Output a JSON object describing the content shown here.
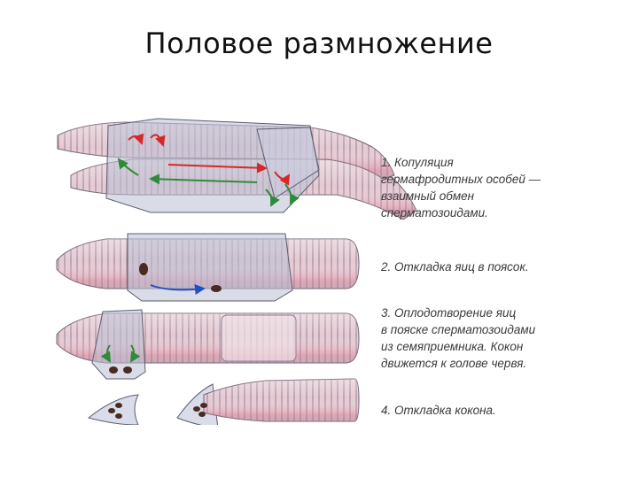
{
  "title": "Половое размножение",
  "captions": [
    {
      "lines": [
        "1. Копуляция",
        "гермафродитных особей —",
        "взаимный обмен",
        "сперматозоидами."
      ]
    },
    {
      "lines": [
        "2. Откладка яиц в поясок."
      ]
    },
    {
      "lines": [
        "3. Оплодотворение яиц",
        "в пояске сперматозоидами",
        "из семяприемника. Кокон",
        "движется к голове червя."
      ]
    },
    {
      "lines": [
        "4. Откладка кокона."
      ]
    }
  ],
  "colors": {
    "worm_body": "#e8cfd6",
    "worm_pink": "#e2a8b6",
    "worm_shadow": "#c9b3c4",
    "girdle": "#b9bfd3",
    "arrow_red": "#d62828",
    "arrow_green": "#2e8b3a",
    "arrow_blue": "#1f4fc4",
    "egg": "#4a2a22"
  }
}
